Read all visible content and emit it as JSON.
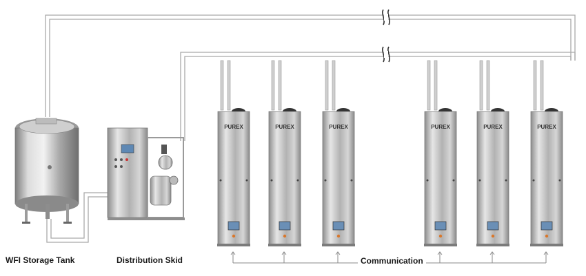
{
  "labels": {
    "tank": "WFI Storage Tank",
    "skid": "Distribution Skid",
    "communication": "Communication"
  },
  "units": [
    {
      "brand": "PUREX"
    },
    {
      "brand": "PUREX"
    },
    {
      "brand": "PUREX"
    },
    {
      "brand": "PUREX"
    },
    {
      "brand": "PUREX"
    },
    {
      "brand": "PUREX"
    }
  ],
  "colors": {
    "pipe": "#c8c8c8",
    "steel": "#b9b9b9",
    "panel_blue": "#6a8fb6",
    "arrow": "#8a8a8a"
  }
}
